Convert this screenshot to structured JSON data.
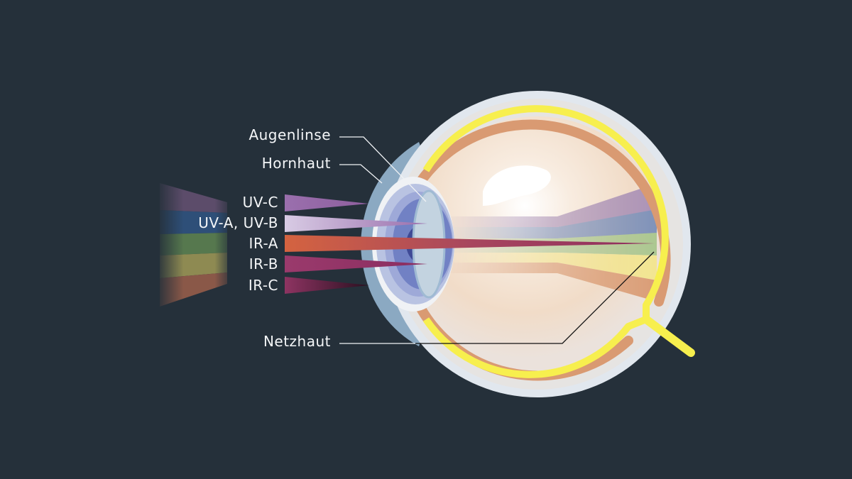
{
  "labels": {
    "lens": "Augenlinse",
    "cornea": "Hornhaut",
    "retina": "Netzhaut"
  },
  "rays": [
    {
      "label": "UV-C",
      "color": "#9a6fad"
    },
    {
      "label": "UV-A, UV-B",
      "color": "#c8b6d8"
    },
    {
      "label": "IR-A",
      "color": "#d46340"
    },
    {
      "label": "IR-B",
      "color": "#9a3a6c"
    },
    {
      "label": "IR-C",
      "color": "#8a2f5a"
    }
  ],
  "colors": {
    "background": "#25303a",
    "sclera": "#e1e7ee",
    "choroid": "#d99a72",
    "retina": "#f7ef4e",
    "cornea": "#8ba9c2"
  }
}
